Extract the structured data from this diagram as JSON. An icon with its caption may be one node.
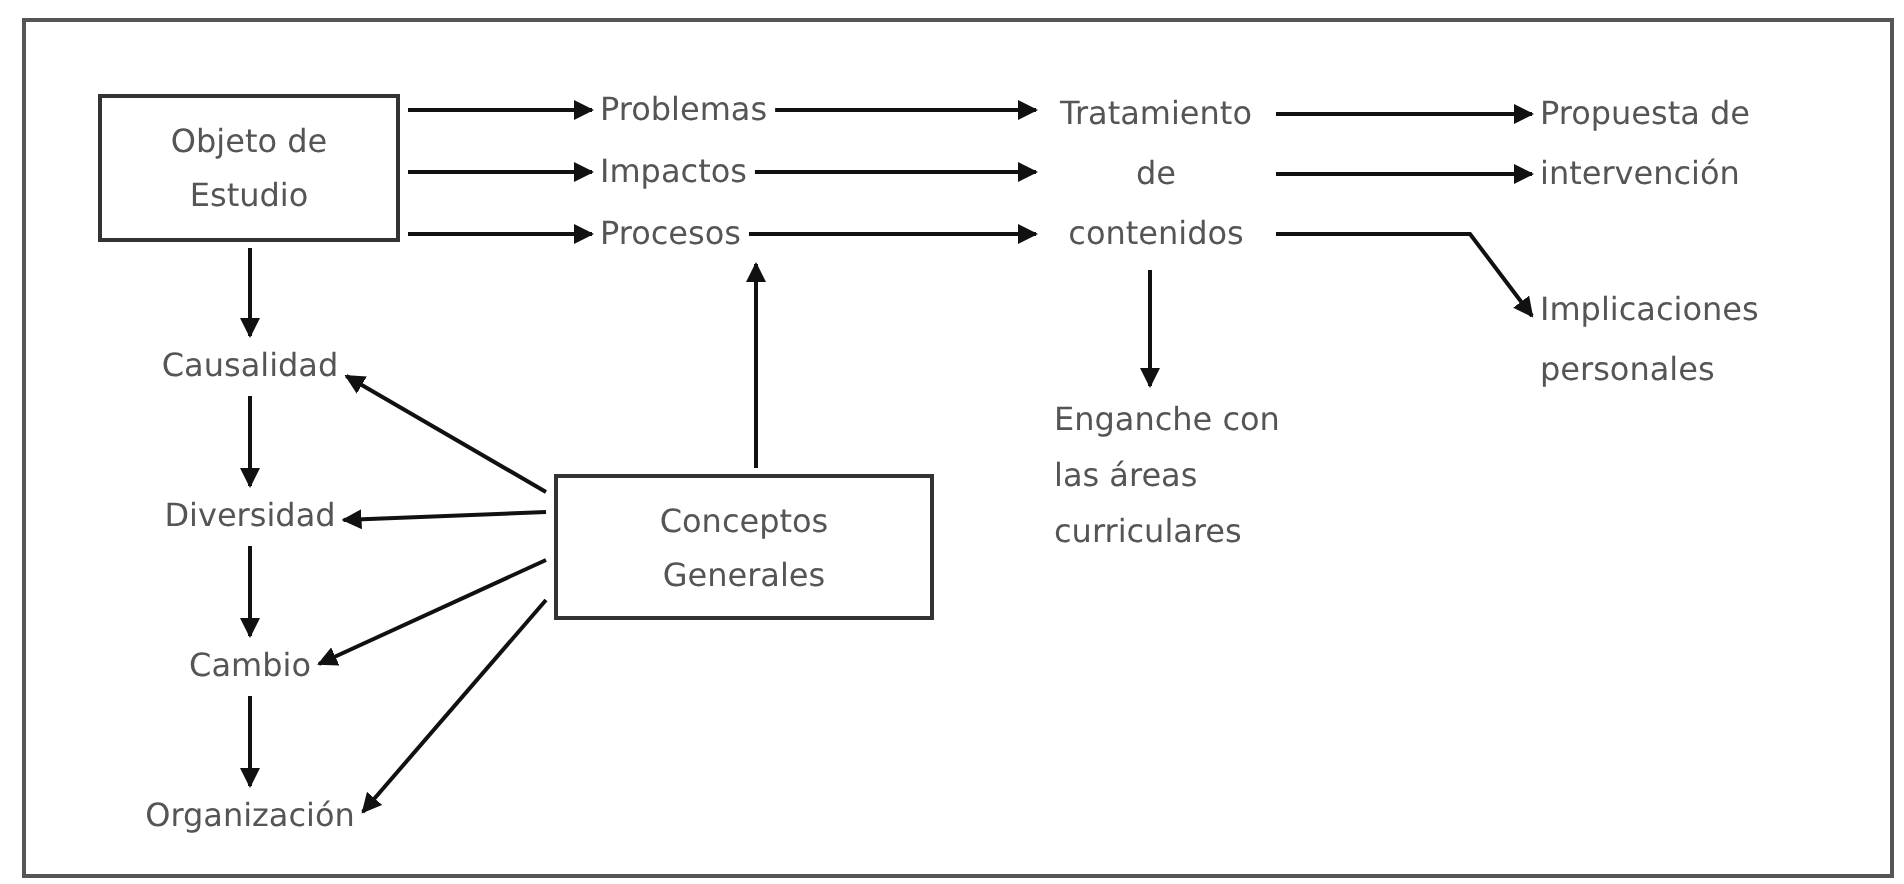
{
  "diagram": {
    "nodes": [
      {
        "text": [
          "Objeto de Estudio"
        ]
      },
      {
        "text": [
          "Problemas"
        ]
      },
      {
        "text": [
          "Impactos"
        ]
      },
      {
        "text": [
          "Procesos"
        ]
      },
      {
        "text": [
          "Tratamiento de contenidos"
        ]
      },
      {
        "text": [
          "Propuesta de intervención"
        ]
      },
      {
        "text": [
          "Implicaciones personales"
        ]
      },
      {
        "text": [
          "Enganche con las áreas curriculares"
        ]
      },
      {
        "text": [
          "Causalidad"
        ]
      },
      {
        "text": [
          "Diversidad"
        ]
      },
      {
        "text": [
          "Cambio"
        ]
      },
      {
        "text": [
          "Organización"
        ]
      },
      {
        "text": [
          "Conceptos Generales"
        ]
      }
    ],
    "edges": [
      {
        "from": 0,
        "to": 1,
        "arrow": "to"
      },
      {
        "from": 0,
        "to": 2,
        "arrow": "to"
      },
      {
        "from": 0,
        "to": 3,
        "arrow": "to"
      },
      {
        "from": 1,
        "to": 4,
        "arrow": "to"
      },
      {
        "from": 2,
        "to": 4,
        "arrow": "to"
      },
      {
        "from": 3,
        "to": 4,
        "arrow": "to"
      },
      {
        "from": 4,
        "to": 5,
        "arrow": "to"
      },
      {
        "from": 4,
        "to": 5,
        "arrow": "to"
      },
      {
        "from": 4,
        "to": 6,
        "arrow": "to"
      },
      {
        "from": 4,
        "to": 7,
        "arrow": "to"
      },
      {
        "from": 0,
        "to": 8,
        "arrow": "to"
      },
      {
        "from": 8,
        "to": 9,
        "arrow": "to"
      },
      {
        "from": 9,
        "to": 10,
        "arrow": "to"
      },
      {
        "from": 10,
        "to": 11,
        "arrow": "to"
      },
      {
        "from": 12,
        "to": 3,
        "arrow": "to"
      },
      {
        "from": 12,
        "to": 8,
        "arrow": "to"
      },
      {
        "from": 12,
        "to": 9,
        "arrow": "to"
      },
      {
        "from": 12,
        "to": 10,
        "arrow": "to"
      },
      {
        "from": 12,
        "to": 11,
        "arrow": "to"
      }
    ]
  }
}
